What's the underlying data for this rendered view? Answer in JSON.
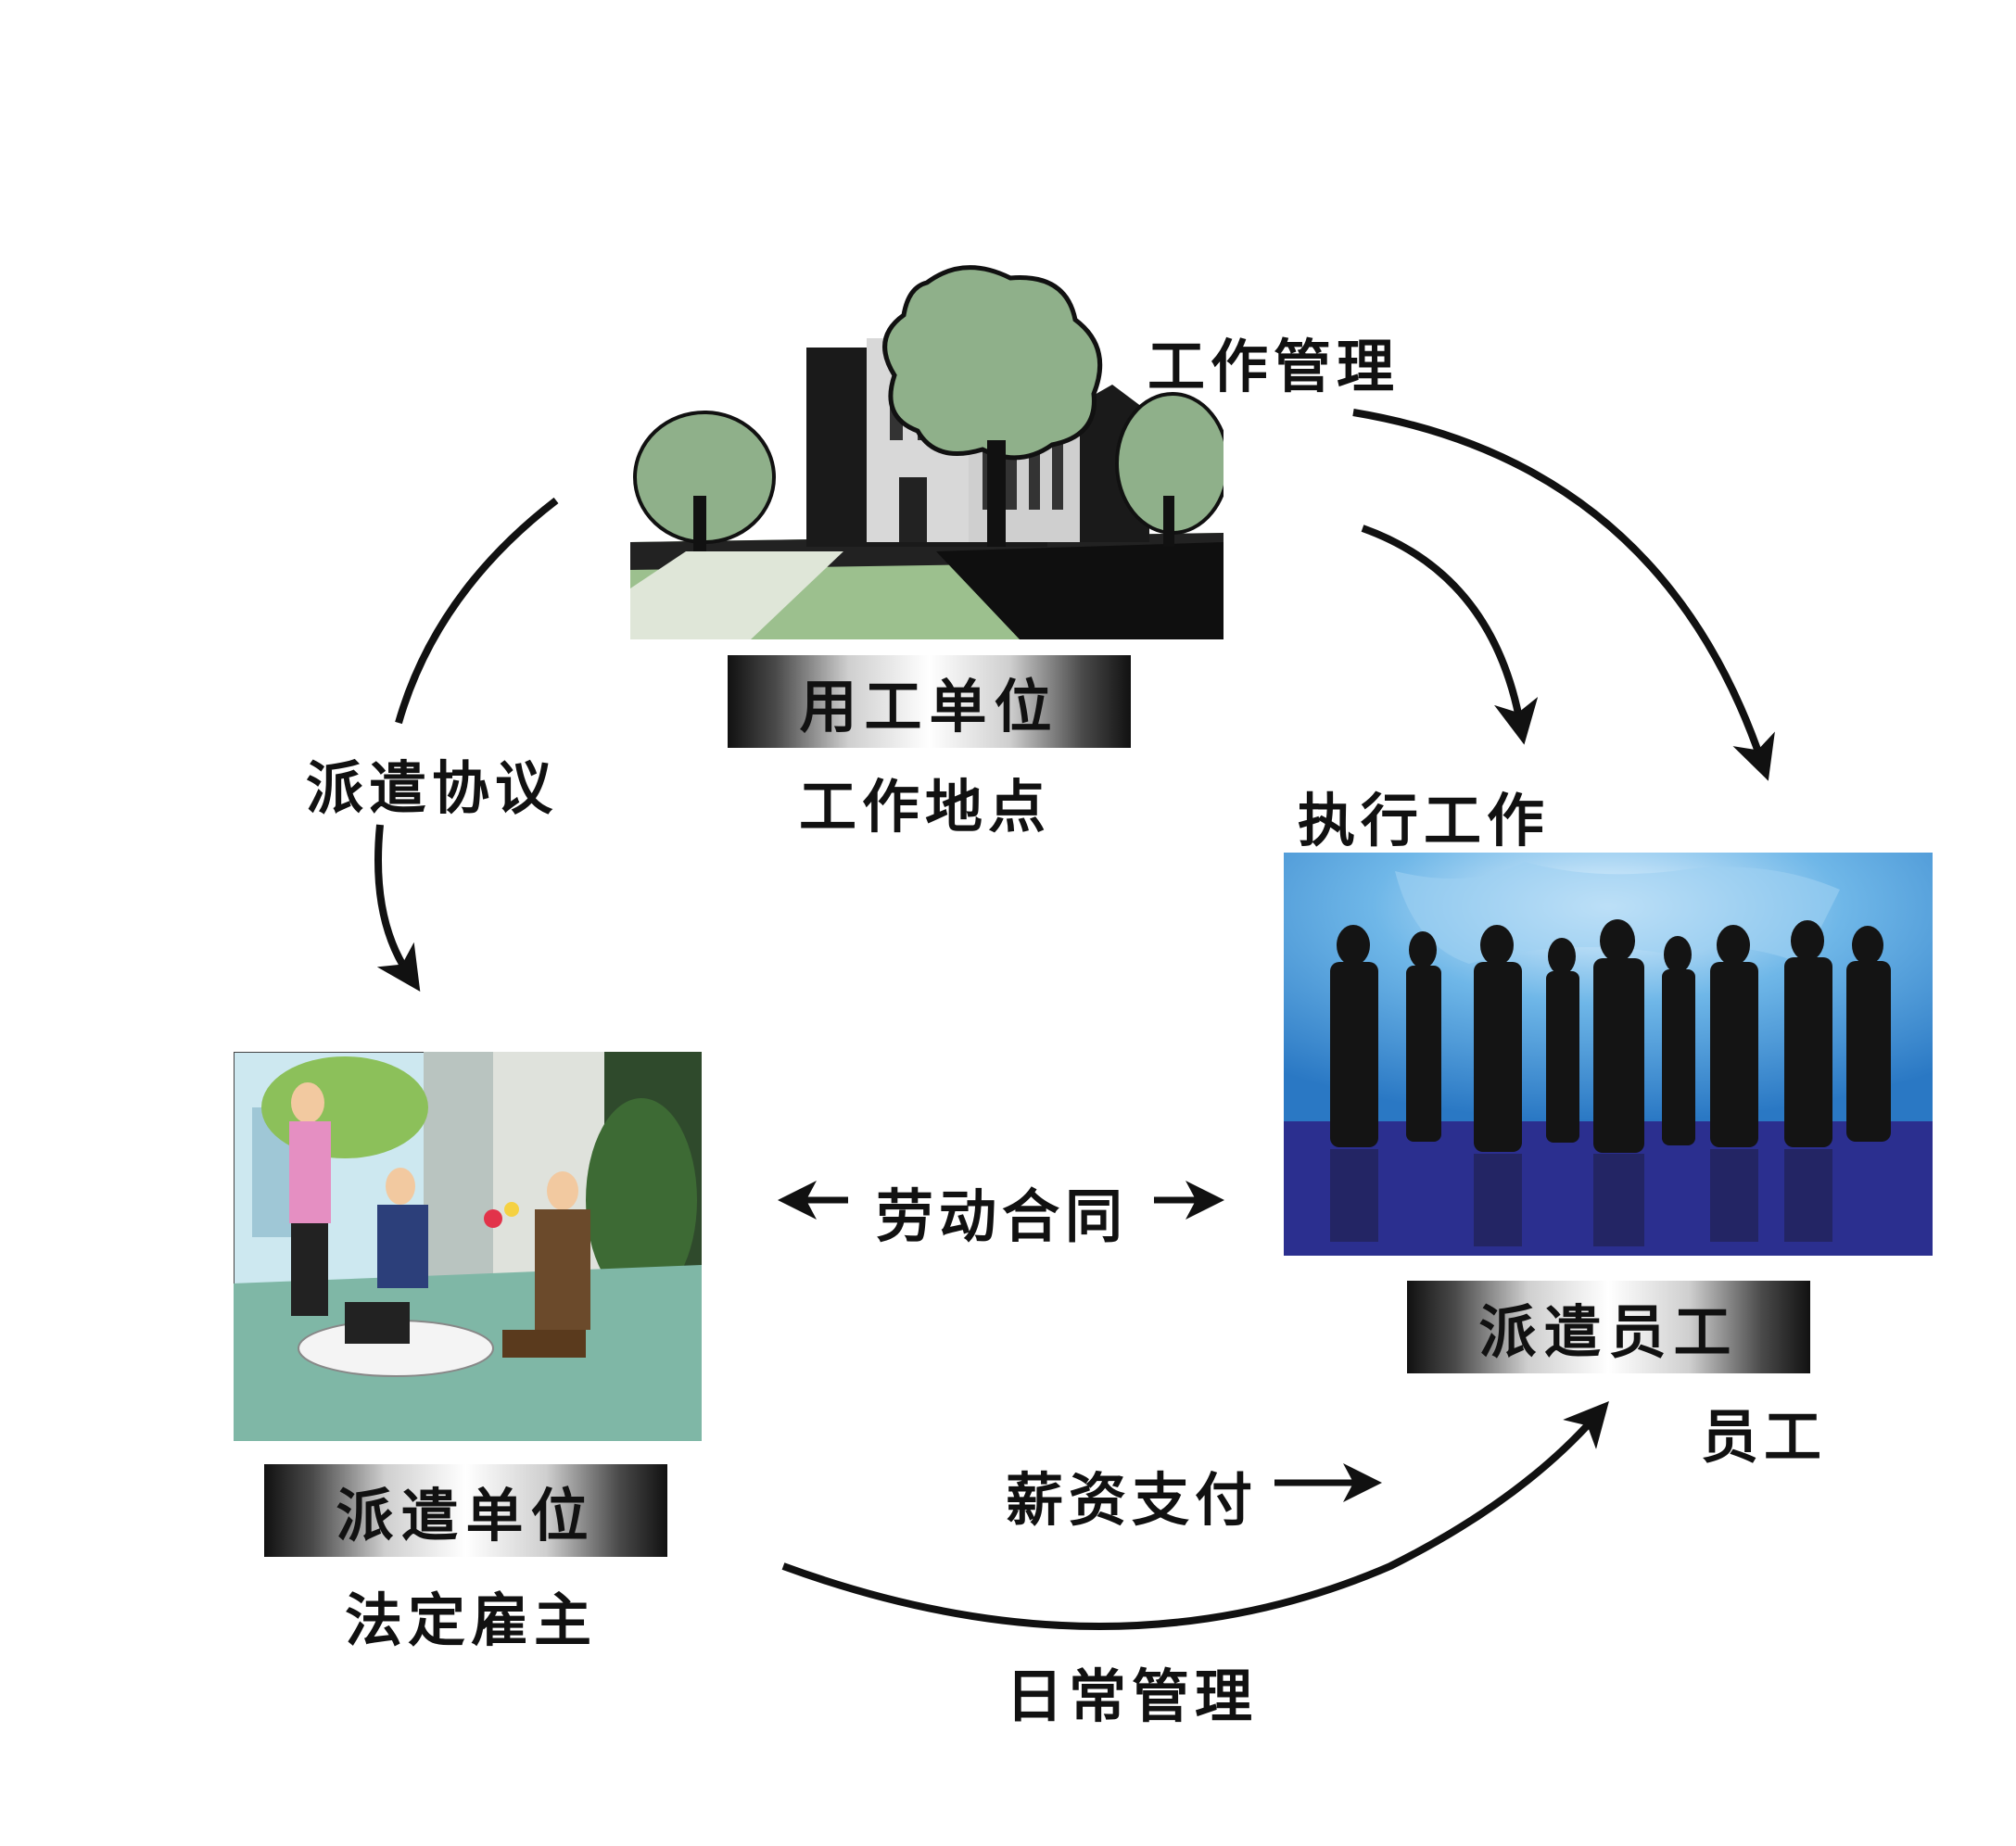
{
  "labels": {
    "work_management": "工作管理",
    "dispatch_agreement": "派遣协议",
    "user_unit": "用工单位",
    "workplace": "工作地点",
    "perform_work": "执行工作",
    "labor_contract": "劳动合同",
    "dispatched_employee": "派遣员工",
    "employee": "员工",
    "dispatch_unit": "派遣单位",
    "legal_employer": "法定雇主",
    "salary_payment": "薪资支付",
    "daily_management": "日常管理"
  },
  "colors": {
    "arrow": "#111111",
    "tree": "#8fb08a",
    "lawn": "#9cc08e",
    "sky_blue": "#4a9fd8",
    "deep_blue": "#2b2f8f",
    "silhouette": "#141414"
  },
  "icons": [
    "building-tree-illustration",
    "business-people-silhouettes",
    "office-meeting-illustration"
  ]
}
